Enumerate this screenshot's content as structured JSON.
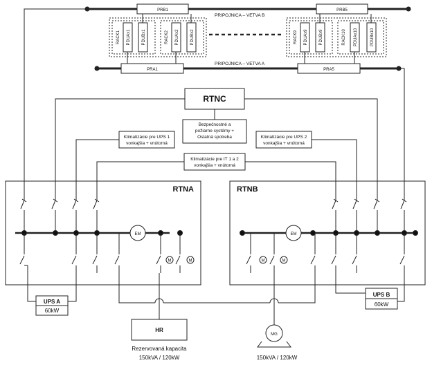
{
  "busbars": {
    "top": "PRIPOJNICA – VETVA B",
    "bottom": "PRIPOJNICA – VETVA A"
  },
  "pdu_boxes": {
    "prb1": "PRB1",
    "prb5": "PRB5",
    "pra1": "PRA1",
    "pra5": "PRA5"
  },
  "racks": [
    {
      "rack": "RACK1",
      "pdua": "PDUAx1",
      "pdub": "PDUBx1"
    },
    {
      "rack": "RACK2",
      "pdua": "PDUAx2",
      "pdub": "PDUBx2"
    },
    {
      "rack": "RACK9",
      "pdua": "PDUAx9",
      "pdub": "PDUBx9"
    },
    {
      "rack": "RACK10",
      "pdua": "PDUAx10",
      "pdub": "PDUBx10"
    }
  ],
  "rtnc": {
    "title": "RTNC",
    "safety": [
      "Bezpečnostné a",
      "požiarne systémy +",
      "Ostatná spotreba"
    ],
    "klima_ups1": [
      "Klimatizácie pre UPS 1",
      "vonkajšia + vnútorná"
    ],
    "klima_ups2": [
      "Klimatizácie pre UPS 2",
      "vonkajšia + vnútorná"
    ],
    "klima_it": [
      "Klimatizácie pre IT 1 a 2",
      "vonkajšia + vnútorná"
    ]
  },
  "switchboards": {
    "rtna": "RTNA",
    "rtnb": "RTNB"
  },
  "meters": {
    "em": "EM",
    "motor": "M"
  },
  "ups_a": {
    "title": "UPS A",
    "power": "60kW"
  },
  "ups_b": {
    "title": "UPS B",
    "power": "60kW"
  },
  "hr": {
    "title": "HR",
    "caption1": "Rezervovaná kapacita",
    "caption2": "150kVA / 120kW"
  },
  "mg": {
    "title": "MG",
    "caption": "150kVA / 120kW"
  }
}
